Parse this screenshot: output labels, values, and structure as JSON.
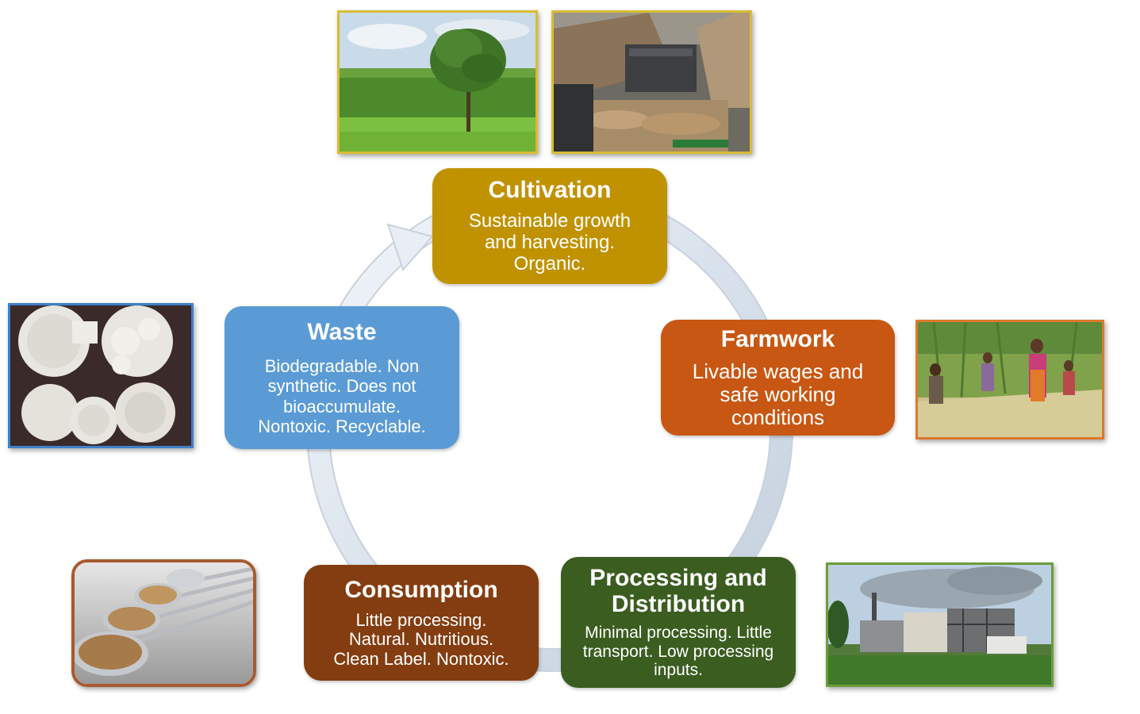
{
  "colors": {
    "cultivation": "#c09200",
    "farmwork": "#c85713",
    "processing": "#3b5d20",
    "consumption": "#843d10",
    "waste": "#5b9bd5",
    "ring": "#dde5ee"
  },
  "stages": {
    "cultivation": {
      "title": "Cultivation",
      "description": "Sustainable growth\nand harvesting.\nOrganic."
    },
    "farmwork": {
      "title": "Farmwork",
      "description": "Livable wages and\nsafe working\nconditions"
    },
    "processing": {
      "title": "Processing  and\nDistribution",
      "description": "Minimal processing. Little\ntransport.  Low processing\ninputs."
    },
    "consumption": {
      "title": "Consumption",
      "description": "Little processing.\nNatural.  Nutritious.\nClean Label.  Nontoxic."
    },
    "waste": {
      "title": "Waste",
      "description": "Biodegradable.  Non\nsynthetic. Does not\nbioaccumulate.\nNontoxic. Recyclable."
    }
  }
}
